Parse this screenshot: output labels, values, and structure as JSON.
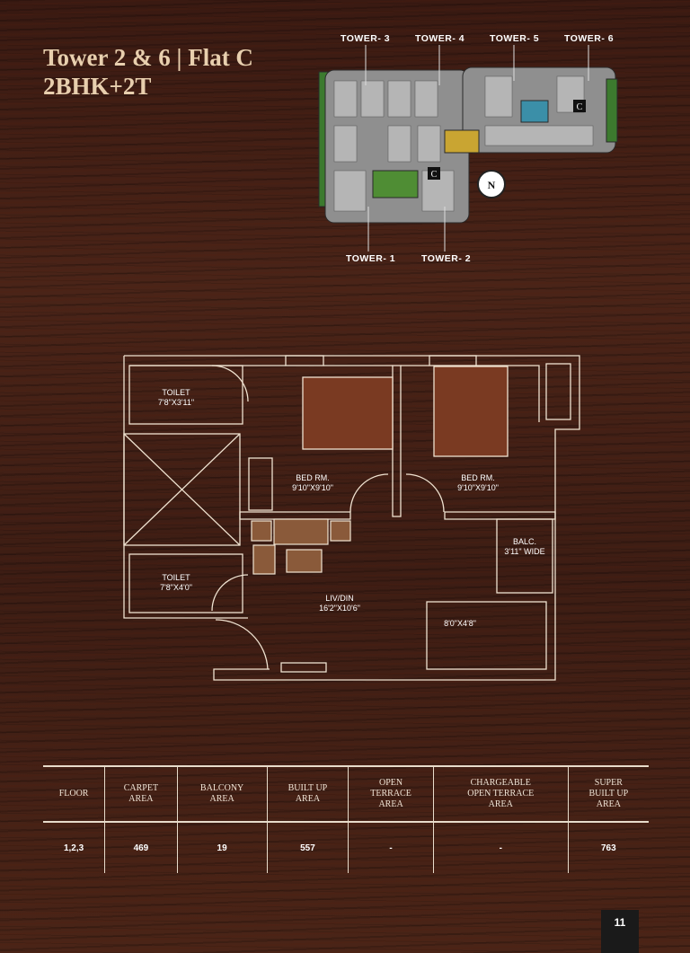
{
  "header": {
    "title_line1": "Tower 2 & 6 | Flat C",
    "title_line2": "2BHK+2T"
  },
  "site_plan": {
    "towers_top": [
      "TOWER- 3",
      "TOWER- 4",
      "TOWER- 5",
      "TOWER- 6"
    ],
    "towers_bottom": [
      "TOWER- 1",
      "TOWER- 2"
    ],
    "flat_marker": "C",
    "north": "N"
  },
  "floor_plan": {
    "rooms": [
      {
        "name": "TOILET",
        "size": "7'8\"X3'11\""
      },
      {
        "name": "BED RM.",
        "size": "9'10\"X9'10\""
      },
      {
        "name": "BED RM.",
        "size": "9'10\"X9'10\""
      },
      {
        "name": "TOILET",
        "size": "7'8\"X4'0\""
      },
      {
        "name": "BALC.",
        "size": "3'11\" WIDE"
      },
      {
        "name": "LIV/DIN",
        "size": "16'2\"X10'6\""
      },
      {
        "name": "",
        "size": "8'0\"X4'8\""
      }
    ]
  },
  "area_table": {
    "headers": [
      [
        "FLOOR"
      ],
      [
        "CARPET",
        "AREA"
      ],
      [
        "BALCONY",
        "AREA"
      ],
      [
        "BUILT UP",
        "AREA"
      ],
      [
        "OPEN",
        "TERRACE",
        "AREA"
      ],
      [
        "CHARGEABLE",
        "OPEN TERRACE",
        "AREA"
      ],
      [
        "SUPER",
        "BUILT UP",
        "AREA"
      ]
    ],
    "row": [
      "1,2,3",
      "469",
      "19",
      "557",
      "-",
      "-",
      "763"
    ]
  },
  "page_number": "11"
}
